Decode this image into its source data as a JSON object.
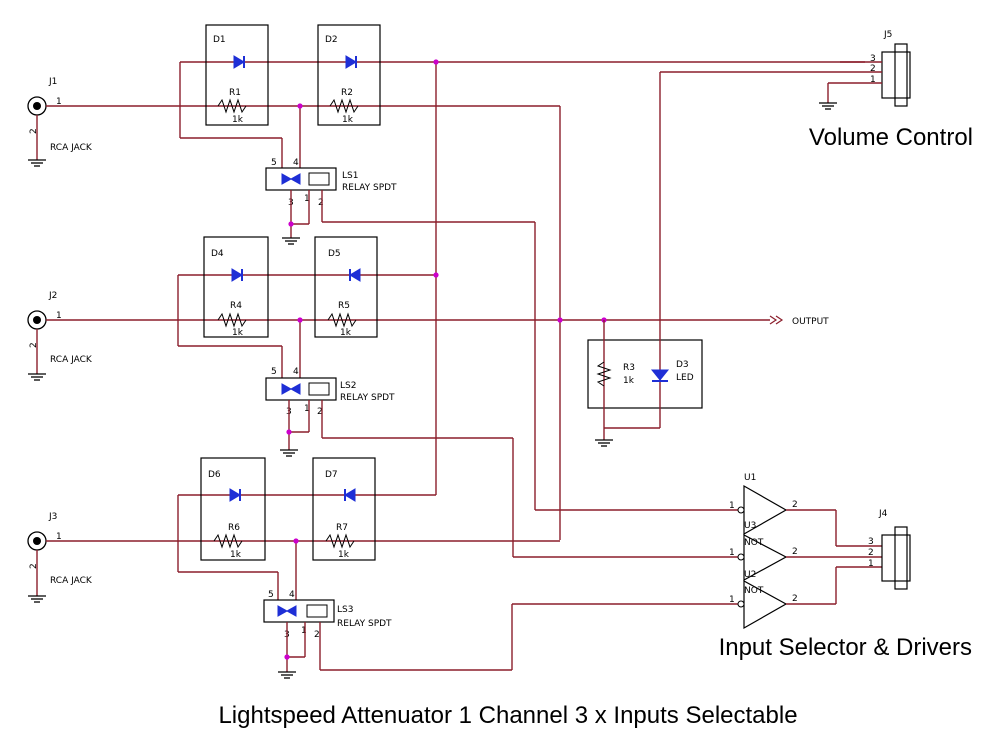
{
  "title": "Lightspeed Attenuator 1 Channel 3 x Inputs Selectable",
  "captions": {
    "volume": "Volume Control",
    "selector": "Input Selector & Drivers"
  },
  "output_label": "OUTPUT",
  "jacks": [
    {
      "ref": "J1",
      "label": "RCA JACK",
      "pin1": "1",
      "pin2": "2"
    },
    {
      "ref": "J2",
      "label": "RCA JACK",
      "pin1": "1",
      "pin2": "2"
    },
    {
      "ref": "J3",
      "label": "RCA JACK",
      "pin1": "1",
      "pin2": "2"
    }
  ],
  "diodes": [
    "D1",
    "D2",
    "D4",
    "D5",
    "D6",
    "D7"
  ],
  "resistors": [
    {
      "ref": "R1",
      "value": "1k"
    },
    {
      "ref": "R2",
      "value": "1k"
    },
    {
      "ref": "R4",
      "value": "1k"
    },
    {
      "ref": "R5",
      "value": "1k"
    },
    {
      "ref": "R6",
      "value": "1k"
    },
    {
      "ref": "R7",
      "value": "1k"
    }
  ],
  "relays": [
    {
      "ref": "LS1",
      "type": "RELAY SPDT",
      "pins": [
        "5",
        "4",
        "3",
        "1",
        "2"
      ]
    },
    {
      "ref": "LS2",
      "type": "RELAY SPDT",
      "pins": [
        "5",
        "4",
        "3",
        "1",
        "2"
      ]
    },
    {
      "ref": "LS3",
      "type": "RELAY SPDT",
      "pins": [
        "5",
        "4",
        "3",
        "1",
        "2"
      ]
    }
  ],
  "led_block": {
    "r_ref": "R3",
    "r_value": "1k",
    "d_ref": "D3",
    "d_value": "LED"
  },
  "j5": {
    "ref": "J5",
    "pins": [
      "3",
      "2",
      "1"
    ]
  },
  "j4": {
    "ref": "J4",
    "pins": [
      "3",
      "2",
      "1"
    ]
  },
  "gates": [
    {
      "ref": "U1",
      "type": "",
      "in": "1",
      "out": "2"
    },
    {
      "ref": "U3",
      "type": "NOT",
      "in": "1",
      "out": "2"
    },
    {
      "ref": "U2",
      "type": "NOT",
      "in": "1",
      "out": "2"
    }
  ]
}
